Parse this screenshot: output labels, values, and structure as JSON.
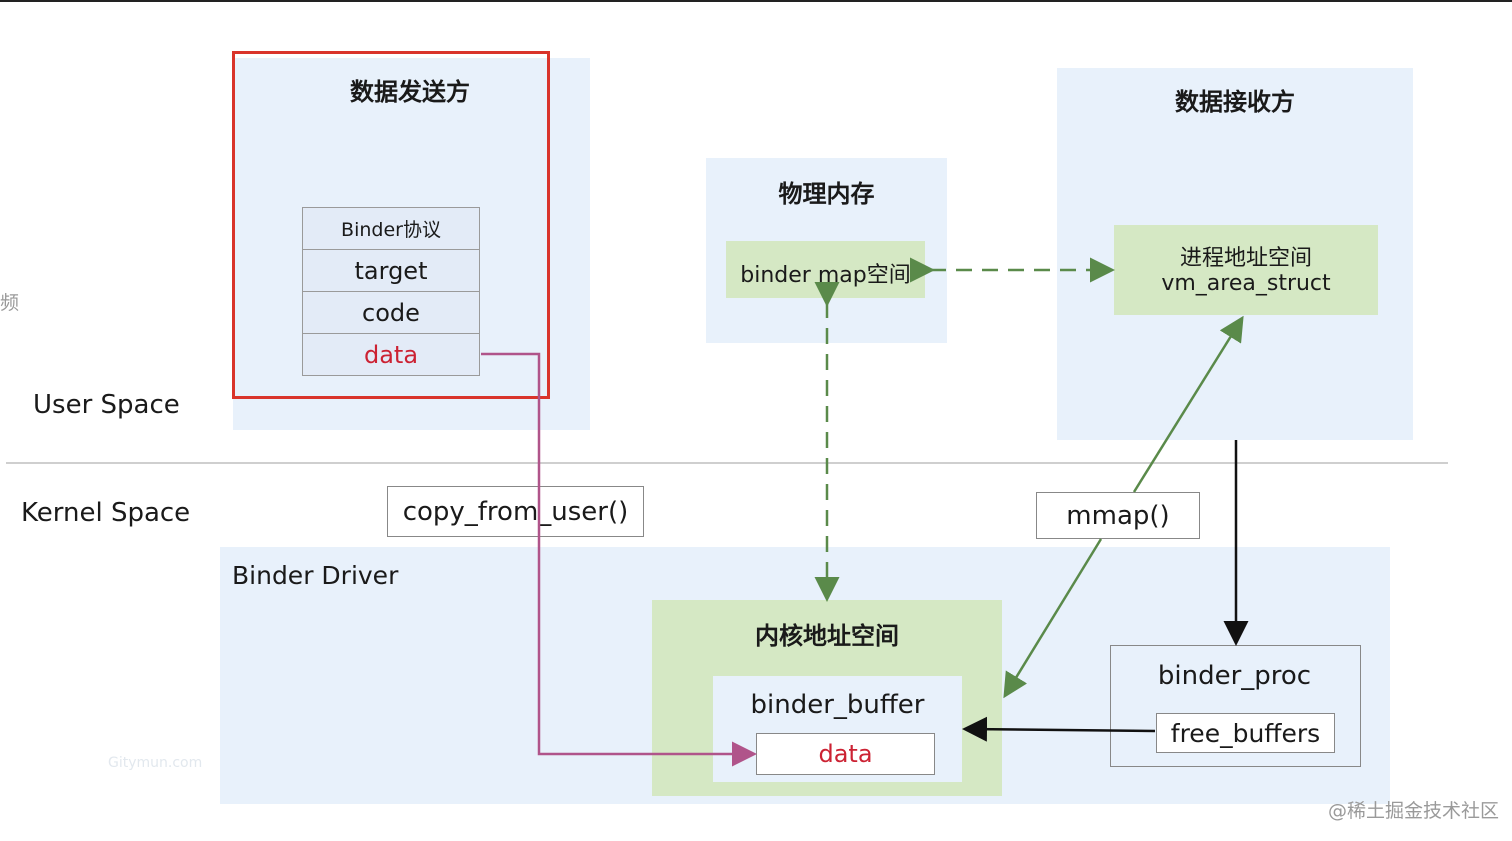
{
  "sender": {
    "title": "数据发送方",
    "protocol_rows": [
      "Binder协议",
      "target",
      "code",
      "data"
    ]
  },
  "physical_memory": {
    "title": "物理内存",
    "binder_map": "binder map空间"
  },
  "receiver": {
    "title": "数据接收方",
    "address_space_line1": "进程地址空间",
    "address_space_line2": "vm_area_struct"
  },
  "spaces": {
    "user": "User Space",
    "kernel": "Kernel Space"
  },
  "calls": {
    "copy_from_user": "copy_from_user()",
    "mmap": "mmap()"
  },
  "driver": {
    "title": "Binder Driver",
    "kernel_space_title": "内核地址空间",
    "binder_buffer": "binder_buffer",
    "buffer_data": "data",
    "binder_proc": "binder_proc",
    "free_buffers": "free_buffers"
  },
  "side_fragment": "频",
  "ghost_text": "Gitymun.com",
  "watermark": "@稀土掘金技术社区",
  "colors": {
    "panel_blue": "#e8f1fb",
    "green": "#d5e8c4",
    "highlight_red": "#d9342b",
    "data_red": "#cc2233",
    "pink_line": "#b0548a",
    "dashed_green": "#5a8a4a"
  }
}
